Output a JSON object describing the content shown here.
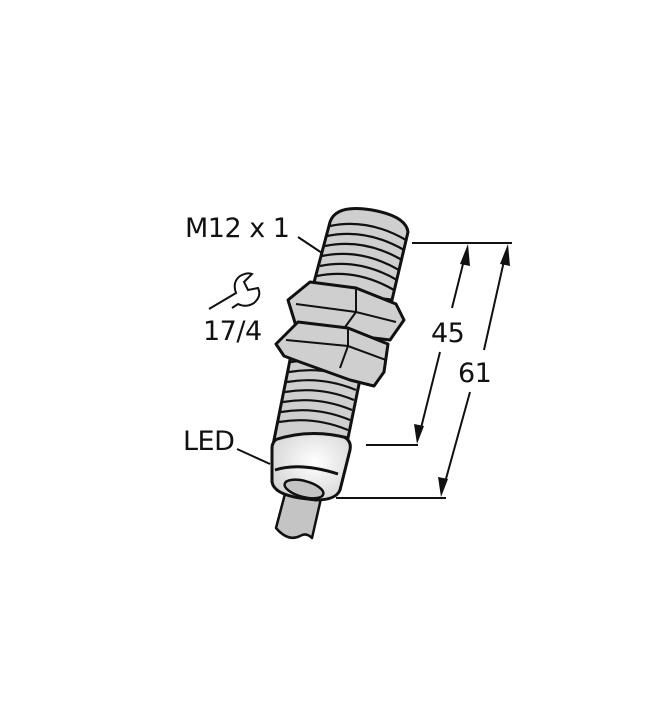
{
  "drawing": {
    "title": "Sensor dimensional drawing",
    "labels": {
      "thread": "M12 x 1",
      "wrench_size": "17/4",
      "led": "LED",
      "dim_inner": "45",
      "dim_outer": "61"
    },
    "icons": {
      "wrench": "wrench-icon"
    },
    "colors": {
      "body_fill": "#cfcfcf",
      "cap_fill": "#e6e6e6",
      "cable_fill": "#c4c4c4",
      "stroke": "#111111",
      "background": "#ffffff"
    }
  }
}
